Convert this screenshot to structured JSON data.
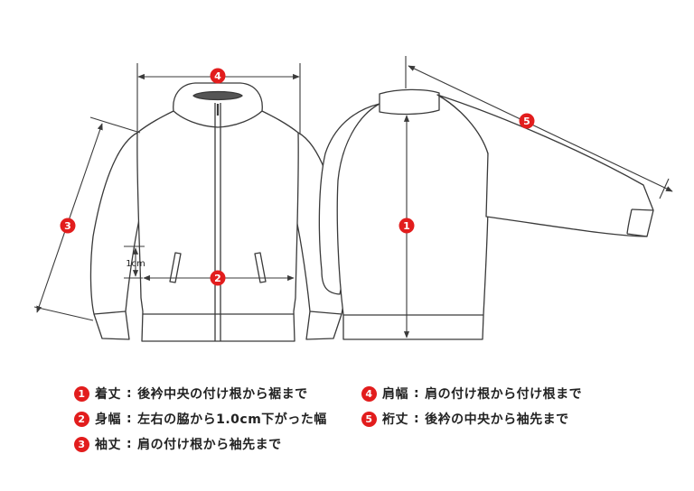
{
  "colors": {
    "accent": "#e21d1d",
    "line": "#3a3a3a",
    "fill": "#ffffff"
  },
  "diagram": {
    "markers": [
      "4",
      "5",
      "3",
      "1",
      "2"
    ],
    "pocket_note": "1cm"
  },
  "legend": [
    {
      "num": "1",
      "label": "着丈",
      "sep": ":",
      "desc": "後衿中央の付け根から裾まで"
    },
    {
      "num": "2",
      "label": "身幅",
      "sep": ":",
      "desc": "左右の脇から1.0cm下がった幅"
    },
    {
      "num": "3",
      "label": "袖丈",
      "sep": ":",
      "desc": "肩の付け根から袖先まで"
    },
    {
      "num": "4",
      "label": "肩幅",
      "sep": ":",
      "desc": "肩の付け根から付け根まで"
    },
    {
      "num": "5",
      "label": "裄丈",
      "sep": ":",
      "desc": "後衿の中央から袖先まで"
    }
  ]
}
